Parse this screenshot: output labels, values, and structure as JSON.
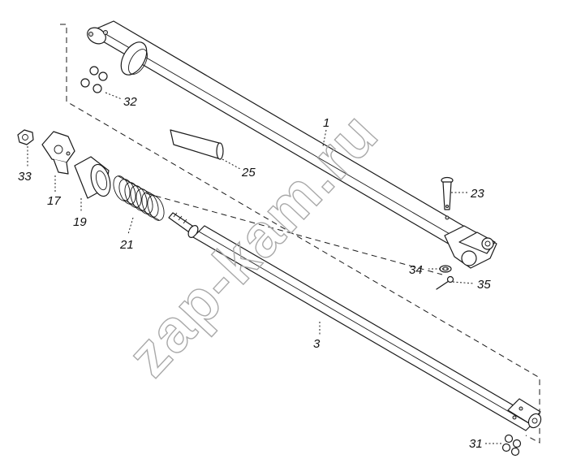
{
  "watermark": "zap-kam.ru",
  "callouts": {
    "c1": "1",
    "c3": "3",
    "c17": "17",
    "c19": "19",
    "c21": "21",
    "c23": "23",
    "c25": "25",
    "c31": "31",
    "c32": "32",
    "c33": "33",
    "c34": "34",
    "c35": "35"
  }
}
